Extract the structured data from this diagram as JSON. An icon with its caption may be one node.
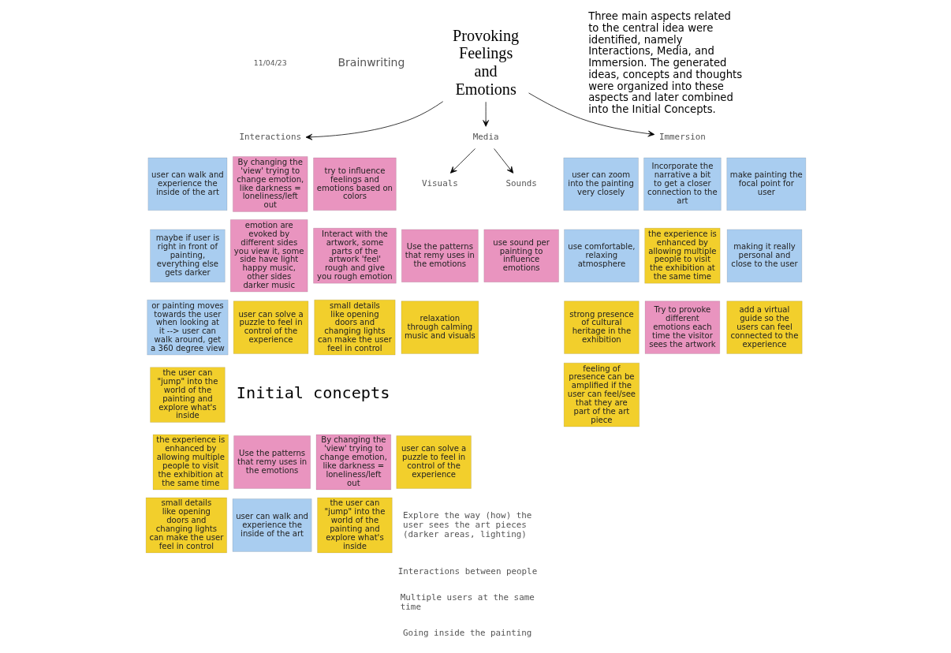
{
  "diagram": {
    "nodes": [
      {
        "text": [
          "Provoking Feelings and Emotions"
        ]
      },
      {
        "text": [
          "Interactions"
        ]
      },
      {
        "text": [
          "Media"
        ]
      },
      {
        "text": [
          "Immersion"
        ]
      },
      {
        "text": [
          "Visuals"
        ]
      },
      {
        "text": [
          "Sounds"
        ]
      },
      {
        "text": [
          "user can walk and experience the inside of the art"
        ]
      },
      {
        "text": [
          "By changing the 'view' trying to change emotion, like darkness = loneliness/left out"
        ]
      },
      {
        "text": [
          "try to influence feelings and emotions based on colors"
        ]
      },
      {
        "text": [
          "maybe if user is right in front of painting, everything else gets darker"
        ]
      },
      {
        "text": [
          "emotion are evoked by different sides you view it, some side have light happy music, other sides darker music"
        ]
      },
      {
        "text": [
          "Interact with the artwork, some parts of the artwork 'feel' rough and give you rough emotion"
        ]
      },
      {
        "text": [
          "or painting moves towards the user when looking at it --> user can walk around, get a 360 degree view"
        ]
      },
      {
        "text": [
          "user can solve a puzzle to feel in control of the experience"
        ]
      },
      {
        "text": [
          "small details like opening doors and changing lights can make the user feel in control"
        ]
      },
      {
        "text": [
          "the user can \"jump\" into the world of the painting and explore what's inside"
        ]
      },
      {
        "text": [
          "Use the patterns that remy uses in the emotions"
        ]
      },
      {
        "text": [
          "use sound per painting to influence emotions"
        ]
      },
      {
        "text": [
          "relaxation through calming music and visuals"
        ]
      },
      {
        "text": [
          "user can zoom into the painting very closely"
        ]
      },
      {
        "text": [
          "Incorporate the narrative a bit to get a closer connection to the art"
        ]
      },
      {
        "text": [
          "make painting the focal point for user"
        ]
      },
      {
        "text": [
          "use comfortable, relaxing atmosphere"
        ]
      },
      {
        "text": [
          "the experience is enhanced by allowing multiple people to visit the exhibition at the same time"
        ]
      },
      {
        "text": [
          "making it really personal and close to the user"
        ]
      },
      {
        "text": [
          "strong presence of cultural heritage in the exhibition"
        ]
      },
      {
        "text": [
          "Try to provoke different emotions each time the visitor sees the artwork"
        ]
      },
      {
        "text": [
          "add a virtual guide so the users can feel connected to the experience"
        ]
      },
      {
        "text": [
          "feeling of presence can be amplified if the user can feel/see that they are part of the art piece"
        ]
      },
      {
        "text": [
          "the experience is enhanced by allowing multiple people to visit the exhibition at the same time"
        ]
      },
      {
        "text": [
          "Use the patterns that remy uses in the emotions"
        ]
      },
      {
        "text": [
          "By changing the 'view' trying to change emotion, like darkness = loneliness/left out"
        ]
      },
      {
        "text": [
          "user can solve a puzzle to feel in control of the experience"
        ]
      },
      {
        "text": [
          "small details like opening doors and changing lights can make the user feel in control"
        ]
      },
      {
        "text": [
          "user can walk and experience the inside of the art"
        ]
      },
      {
        "text": [
          "the user can \"jump\" into the world of the painting and explore what's inside"
        ]
      }
    ],
    "edges": [
      {
        "from": 0,
        "to": 1,
        "arrow": "to"
      },
      {
        "from": 0,
        "to": 2,
        "arrow": "to"
      },
      {
        "from": 0,
        "to": 3,
        "arrow": "to"
      },
      {
        "from": 2,
        "to": 4,
        "arrow": "to"
      },
      {
        "from": 2,
        "to": 5,
        "arrow": "to"
      }
    ],
    "labels": [
      "Brainwriting",
      "11/04/23",
      "Three main aspects related to the central idea were identified, namely Interactions, Media, and Immersion. The generated ideas, concepts and thoughts were organized into these aspects and later combined into the Initial Concepts.",
      "Initial concepts",
      "Explore the way (how) the user sees the art pieces (darker areas, lighting)",
      "Interactions between people",
      "Multiple users at the same time",
      "Going inside the painting"
    ]
  }
}
